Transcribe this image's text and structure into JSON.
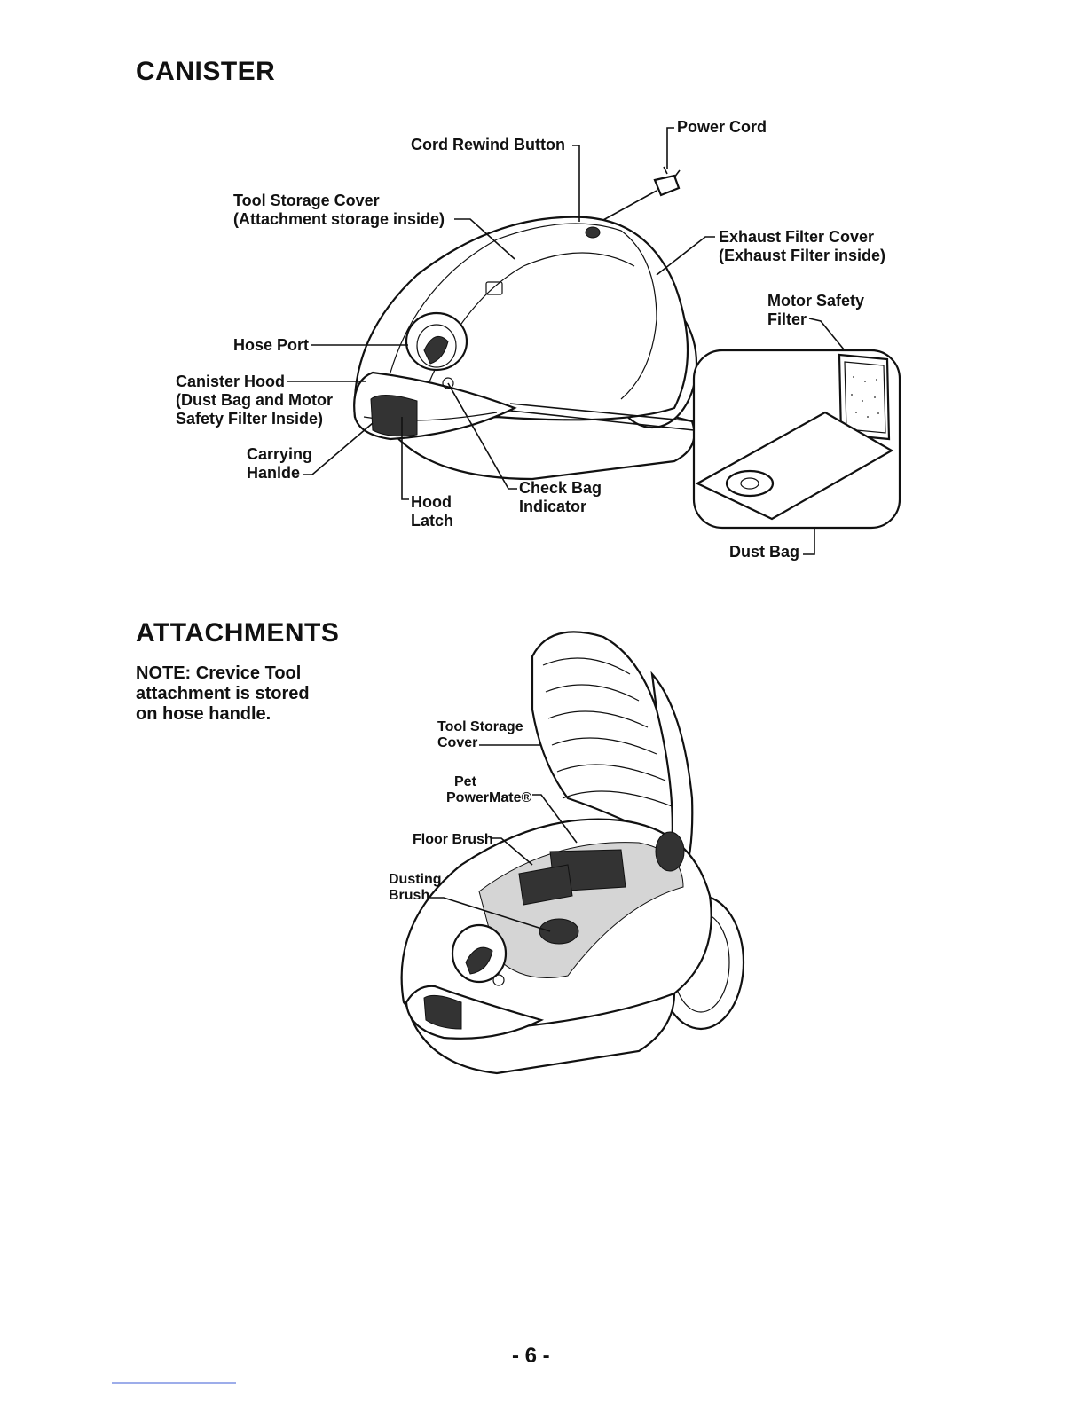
{
  "canister": {
    "heading": "CANISTER",
    "labels": {
      "cord_rewind_button": "Cord Rewind Button",
      "power_cord": "Power Cord",
      "tool_storage_cover": "Tool Storage Cover",
      "tool_storage_cover_note": "(Attachment storage inside)",
      "exhaust_filter_cover": "Exhaust Filter Cover",
      "exhaust_filter_cover_note": "(Exhaust Filter inside)",
      "motor_safety_filter_1": "Motor Safety",
      "motor_safety_filter_2": "Filter",
      "hose_port": "Hose Port",
      "canister_hood": "Canister Hood",
      "canister_hood_note_1": "(Dust Bag and Motor",
      "canister_hood_note_2": "Safety Filter Inside)",
      "carrying_handle_1": "Carrying",
      "carrying_handle_2": "Hanlde",
      "hood_latch_1": "Hood",
      "hood_latch_2": "Latch",
      "check_bag_indicator_1": "Check Bag",
      "check_bag_indicator_2": "Indicator",
      "dust_bag": "Dust Bag"
    }
  },
  "attachments": {
    "heading": "ATTACHMENTS",
    "note_line_1": "NOTE:  Crevice Tool",
    "note_line_2": "attachment is stored",
    "note_line_3": "on hose handle.",
    "labels": {
      "tool_storage_cover_1": "Tool Storage",
      "tool_storage_cover_2": "Cover",
      "pet_powermate_1": "Pet",
      "pet_powermate_2": "PowerMate®",
      "floor_brush": "Floor Brush",
      "dusting_brush_1": "Dusting",
      "dusting_brush_2": "Brush"
    }
  },
  "footer": {
    "page_number": "- 6 -"
  }
}
